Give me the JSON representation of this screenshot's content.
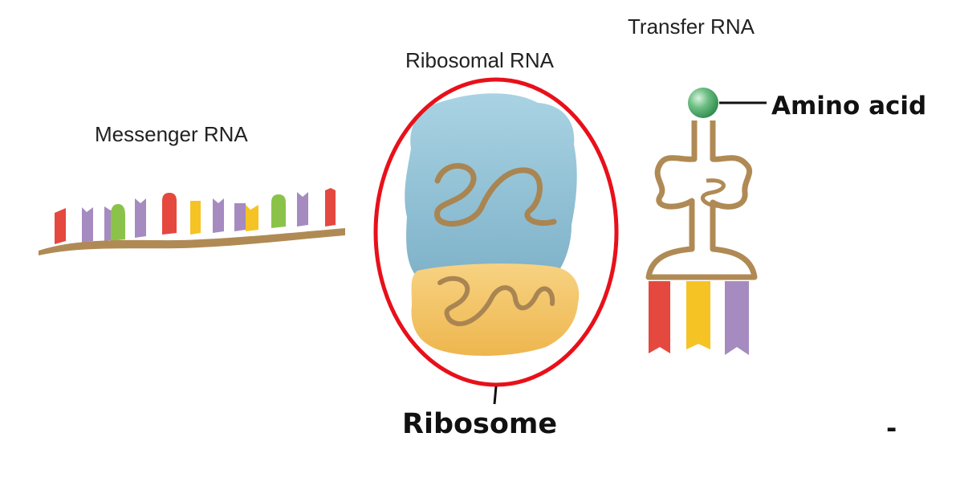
{
  "labels": {
    "messenger_rna": "Messenger RNA",
    "ribosomal_rna": "Ribosomal RNA",
    "transfer_rna": "Transfer RNA",
    "amino_acid": "Amino acid",
    "ribosome": "Ribosome",
    "stray_mark": "-"
  },
  "colors": {
    "highlight_ellipse": "#e8101a",
    "backbone": "#b08a55",
    "ribosome_large_subunit": "#8fc1d6",
    "ribosome_small_subunit": "#f3c56a",
    "amino_acid_sphere": "#4fae6a",
    "base_red": "#e5483f",
    "base_purple": "#a58bc0",
    "base_green": "#8bc34a",
    "base_yellow": "#f6c325"
  },
  "icons": {
    "mrna": "mrna-strand-icon",
    "ribosome": "ribosome-icon",
    "trna": "trna-cloverleaf-icon",
    "amino_acid": "amino-acid-sphere-icon"
  }
}
